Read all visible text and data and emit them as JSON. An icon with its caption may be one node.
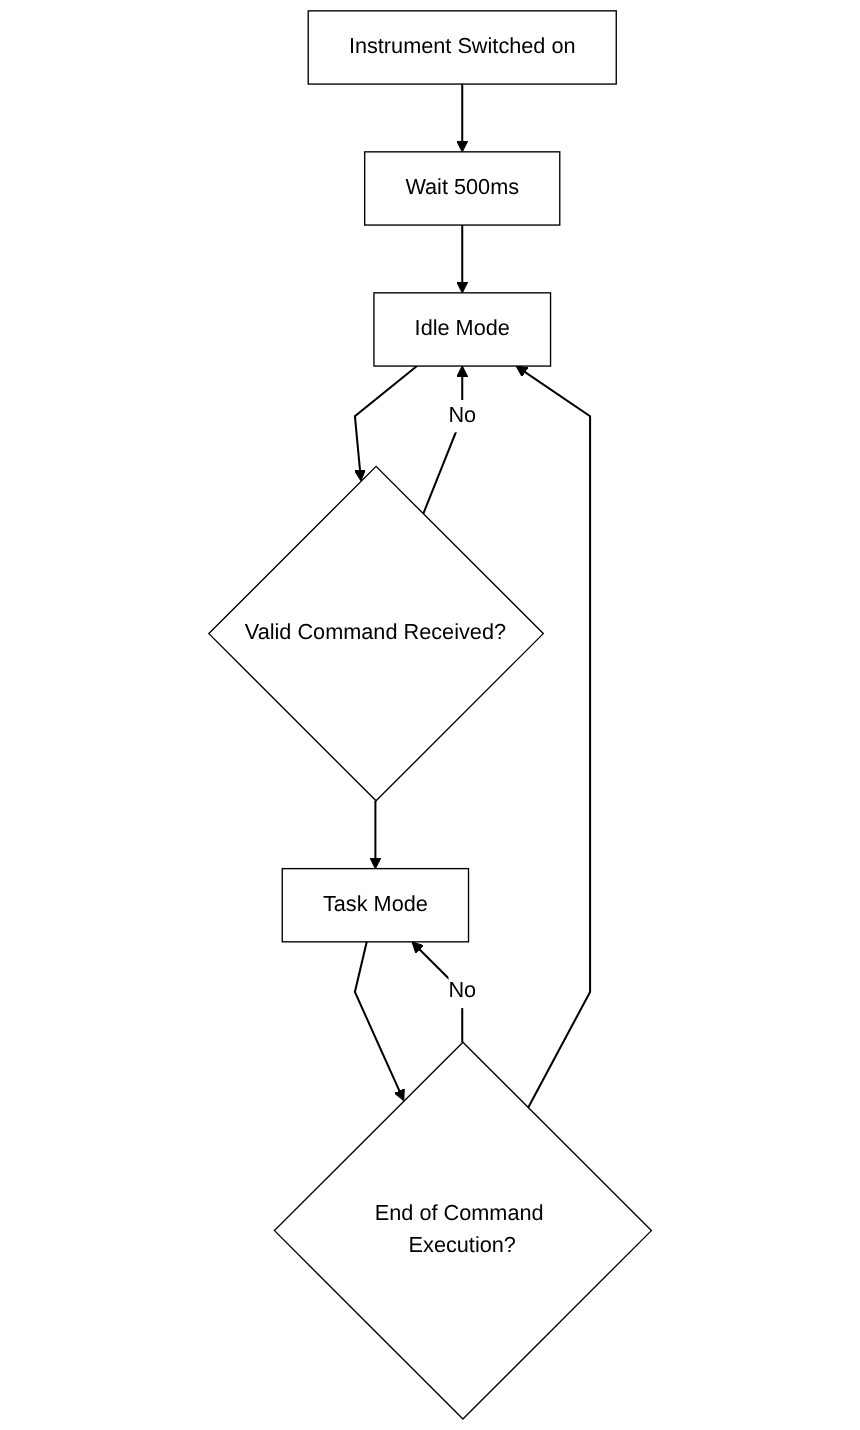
{
  "diagram": {
    "nodes": [
      {
        "text": [
          "Instrument Switched on"
        ]
      },
      {
        "text": [
          "Wait 500ms"
        ]
      },
      {
        "text": [
          "Idle Mode"
        ]
      },
      {
        "text": [
          "Valid Command Received?"
        ]
      },
      {
        "text": [
          "Task Mode"
        ]
      },
      {
        "text": [
          "End of Command Execution?"
        ]
      }
    ],
    "edges": [
      {
        "from": 0,
        "to": 1,
        "arrow": "to"
      },
      {
        "from": 1,
        "to": 2,
        "arrow": "to"
      },
      {
        "from": 2,
        "to": 3,
        "arrow": "to"
      },
      {
        "from": 3,
        "to": 2,
        "label": "No",
        "arrow": "to"
      },
      {
        "from": 3,
        "to": 4,
        "arrow": "to"
      },
      {
        "from": 4,
        "to": 5,
        "arrow": "to"
      },
      {
        "from": 5,
        "to": 4,
        "label": "No",
        "arrow": "to"
      },
      {
        "from": 5,
        "to": 2,
        "arrow": "to"
      }
    ]
  }
}
